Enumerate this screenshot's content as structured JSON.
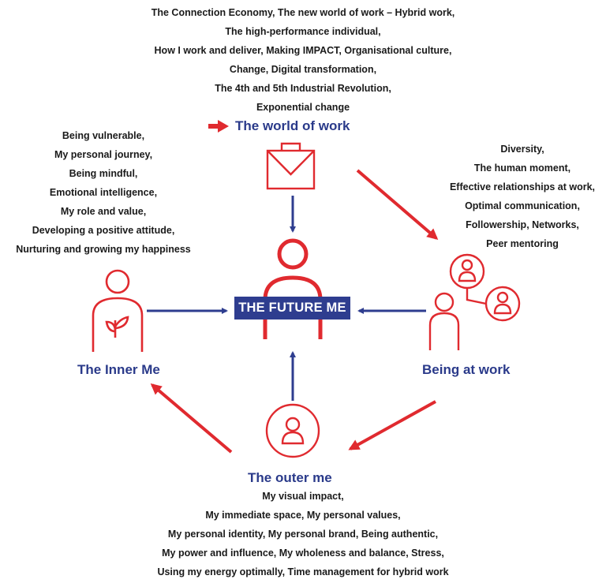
{
  "colors": {
    "red": "#e02a2f",
    "navy": "#2e3d8f",
    "text": "#1a1a1a"
  },
  "center": {
    "label": "THE FUTURE ME"
  },
  "world_of_work": {
    "label": "The world of work",
    "lines": [
      "The Connection Economy,  The new world of work – Hybrid work,",
      "The high-performance individual,",
      "How I work and deliver, Making IMPACT, Organisational culture,",
      "Change, Digital transformation,",
      "The 4th and 5th Industrial Revolution,",
      "Exponential change"
    ]
  },
  "inner_me": {
    "label": "The Inner Me",
    "lines": [
      "Being vulnerable,",
      "My personal journey,",
      "Being mindful,",
      "Emotional intelligence,",
      "My role and value,",
      "Developing a positive attitude,",
      "Nurturing and growing my happiness"
    ]
  },
  "being_at_work": {
    "label": "Being at work",
    "lines": [
      "Diversity,",
      "The human moment,",
      "Effective relationships at work,",
      "Optimal communication,",
      "Followership, Networks,",
      "Peer mentoring"
    ]
  },
  "outer_me": {
    "label": "The outer me",
    "lines": [
      "My visual impact,",
      "My immediate space, My personal values,",
      "My personal identity, My personal brand, Being authentic,",
      "My power and influence, My wholeness and balance, Stress,",
      "Using my energy optimally, Time management for hybrid work"
    ]
  },
  "icons": [
    "briefcase-icon",
    "person-icon",
    "person-plant-icon",
    "group-people-icon",
    "person-circle-icon",
    "arrow-icon"
  ]
}
